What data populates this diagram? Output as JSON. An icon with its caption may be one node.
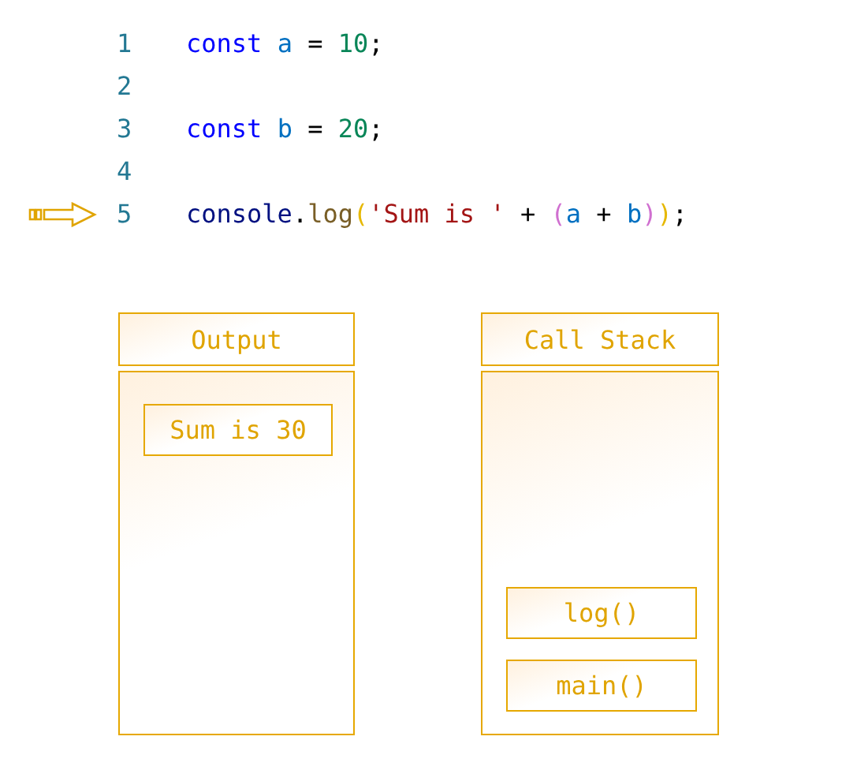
{
  "diagram": {
    "nodes": [
      {
        "text": [
          "Output"
        ]
      },
      {
        "text": [],
        "shape": "box"
      },
      {
        "text": [
          "Sum is 30"
        ],
        "in": 1
      },
      {
        "text": [
          "Call Stack"
        ]
      },
      {
        "text": [],
        "shape": "box"
      },
      {
        "text": [
          "log()"
        ],
        "in": 4
      },
      {
        "text": [
          "main()"
        ],
        "in": 4
      }
    ],
    "labels": [
      "1",
      "const a = 10;",
      "2",
      "3",
      "const b = 20;",
      "4",
      "5",
      "console.log('Sum is ' + (a + b));"
    ]
  }
}
